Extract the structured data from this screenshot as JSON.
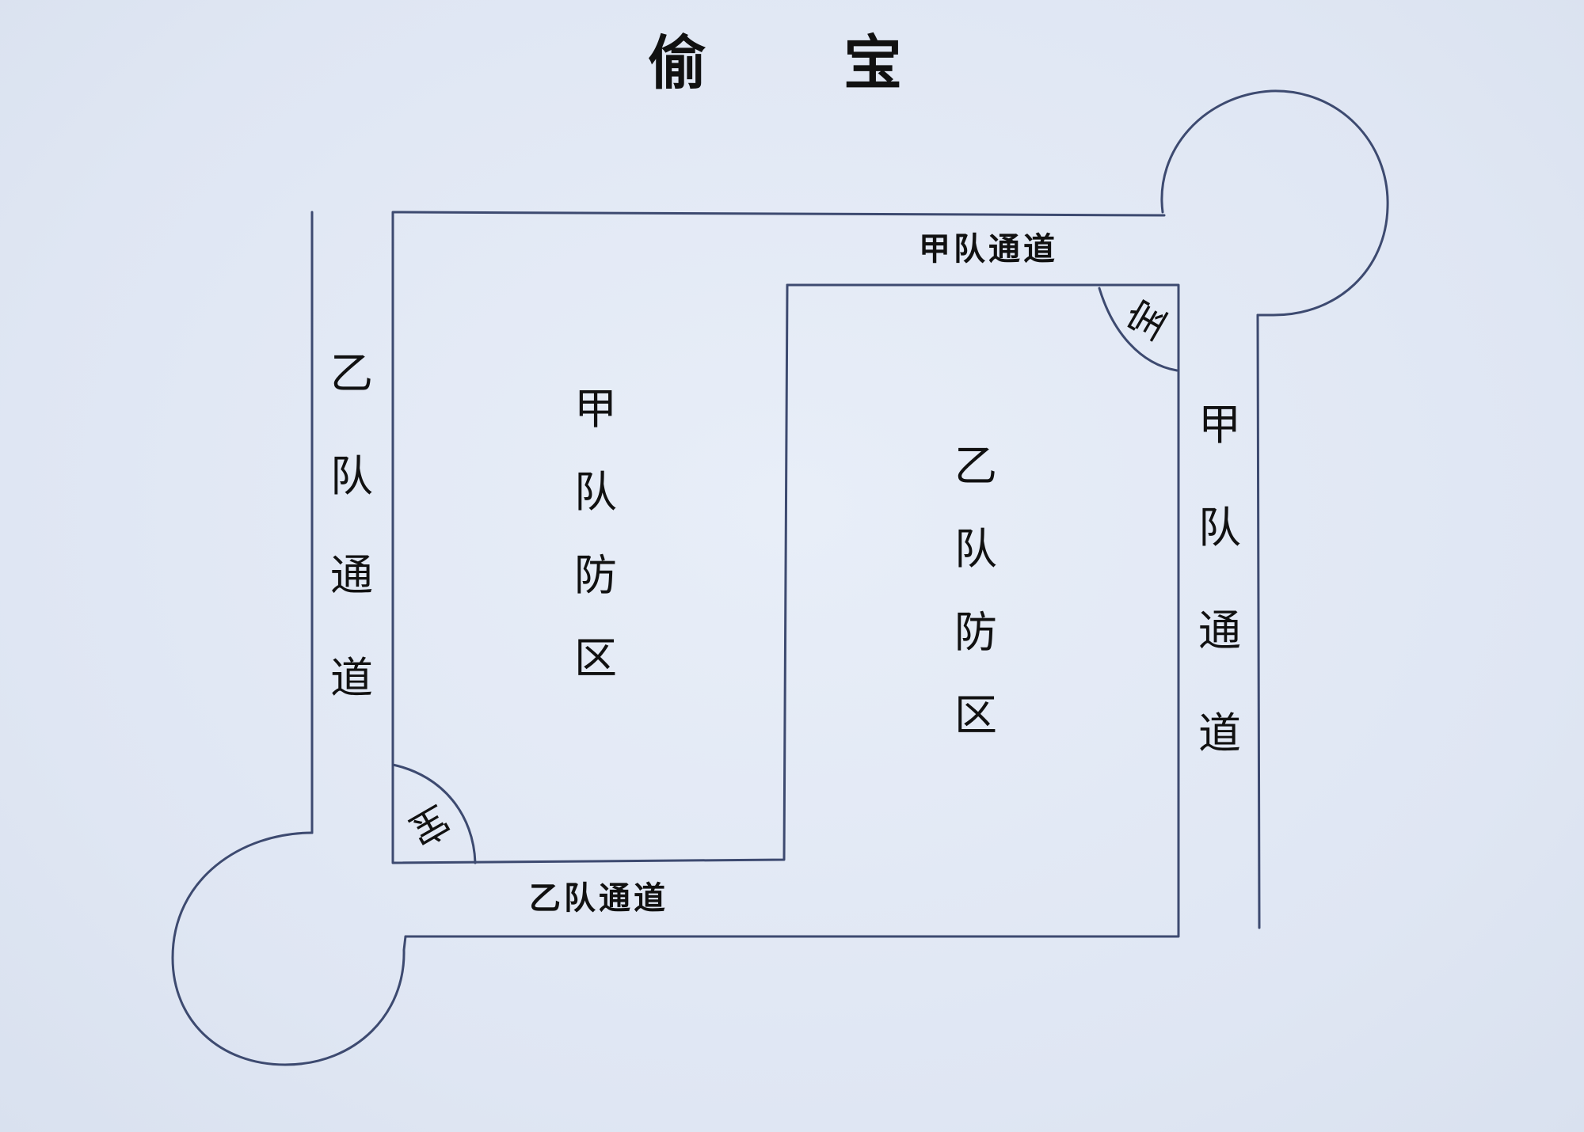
{
  "title": {
    "left_char": "偷",
    "right_char": "宝"
  },
  "passages": {
    "jia_top": "甲队通道",
    "yi_bottom": "乙队通道",
    "yi_left": [
      "乙",
      "队",
      "通",
      "道"
    ],
    "jia_right": [
      "甲",
      "队",
      "通",
      "道"
    ]
  },
  "zones": {
    "jia": [
      "甲",
      "队",
      "防",
      "区"
    ],
    "yi": [
      "乙",
      "队",
      "防",
      "区"
    ]
  },
  "treasure_markers": {
    "top_right": "宝",
    "bottom_left": "宝"
  },
  "colors": {
    "ink": "#3d4a70",
    "text": "#111111",
    "paper": "#e2e9f5"
  }
}
